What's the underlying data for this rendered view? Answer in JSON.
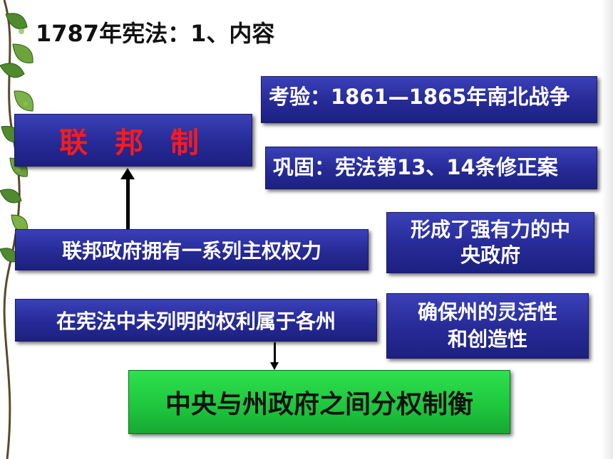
{
  "slide": {
    "title": "1787年宪法：1、内容",
    "federal_system": "联 邦 制",
    "test": "考验：1861—1865年南北战争",
    "consolidate": "巩固：宪法第13、14条修正案",
    "federal_powers": "联邦政府拥有一系列主权权力",
    "strong_central_line1": "形成了强有力的中",
    "strong_central_line2": "央政府",
    "state_rights": "在宪法中未列明的权利属于各州",
    "flexibility_line1": "确保州的灵活性",
    "flexibility_line2": "和创造性",
    "balance": "中央与州政府之间分权制衡"
  },
  "colors": {
    "box_blue": "#262a96",
    "box_green": "#1dc53c",
    "federal_text_red": "#ff1a1a",
    "text_white": "#ffffff"
  },
  "icons": [
    "ivy-vine-decoration",
    "arrow-up-icon",
    "arrow-down-icon"
  ]
}
